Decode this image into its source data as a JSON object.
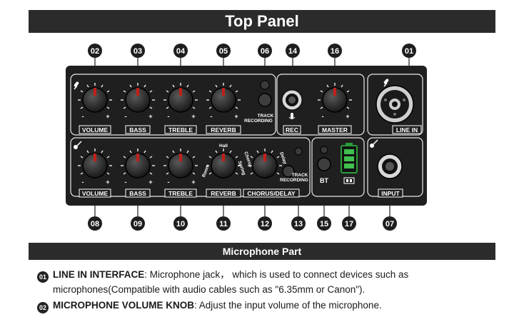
{
  "header": {
    "title": "Top Panel"
  },
  "section": {
    "title": "Microphone Part"
  },
  "callouts": {
    "c01": "01",
    "c02": "02",
    "c03": "03",
    "c04": "04",
    "c05": "05",
    "c06": "06",
    "c07": "07",
    "c08": "08",
    "c09": "09",
    "c10": "10",
    "c11": "11",
    "c12": "12",
    "c13": "13",
    "c14": "14",
    "c15": "15",
    "c16": "16",
    "c17": "17"
  },
  "labels": {
    "mic_volume": "VOLUME",
    "mic_bass": "BASS",
    "mic_treble": "TREBLE",
    "mic_reverb": "REVERB",
    "rec": "REC",
    "master": "MASTER",
    "line_in": "LINE IN",
    "gtr_volume": "VOLUME",
    "gtr_bass": "BASS",
    "gtr_treble": "TREBLE",
    "gtr_reverb": "REVERB",
    "chorus_delay": "CHORUS/DELAY",
    "input": "INPUT",
    "track": "TRACK",
    "recording": "RECORDING",
    "track2": "TRACK",
    "recording2": "RECORDING",
    "bt": "BT",
    "hall": "Hall",
    "room": "Room",
    "spring": "Spring",
    "chorus": "Chorus",
    "delay": "Delay"
  },
  "descriptions": [
    {
      "num": "01",
      "title": "LINE IN INTERFACE",
      "sep": ":",
      "line1": "Microphone jack， which is used to connect devices such as",
      "line2": "microphones(Compatible with audio cables such as \"6.35mm or Canon\")."
    },
    {
      "num": "02",
      "title": "MICROPHONE VOLUME KNOB",
      "sep": ":",
      "line1": "Adjust the input volume of the microphone."
    }
  ]
}
